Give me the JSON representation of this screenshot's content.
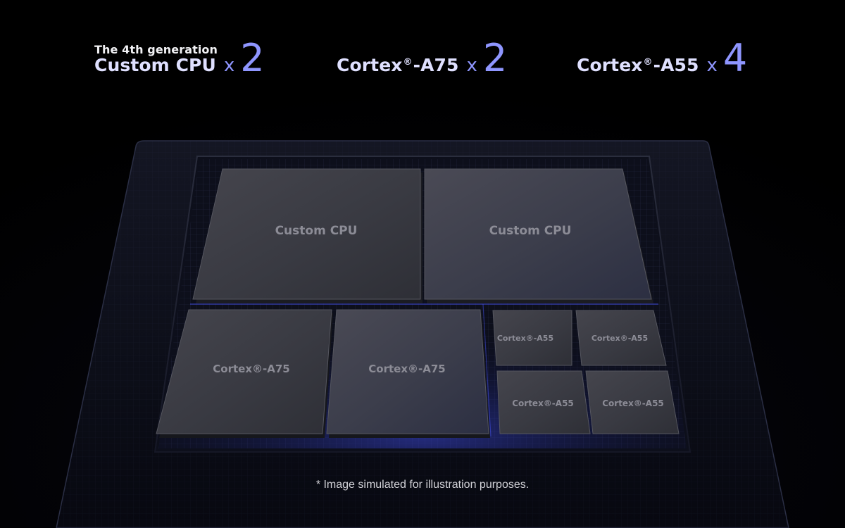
{
  "headline": {
    "custom": {
      "subtitle": "The 4th generation",
      "name": "Custom CPU",
      "times": "x",
      "count": "2"
    },
    "a75": {
      "name_prefix": "Cortex",
      "registered": "®",
      "name_suffix": "-A75",
      "times": "x",
      "count": "2"
    },
    "a55": {
      "name_prefix": "Cortex",
      "registered": "®",
      "name_suffix": "-A55",
      "times": "x",
      "count": "4"
    }
  },
  "diagram": {
    "cores": [
      {
        "id": "custom-cpu-1",
        "label": "Custom CPU",
        "group": "custom"
      },
      {
        "id": "custom-cpu-2",
        "label": "Custom CPU",
        "group": "custom"
      },
      {
        "id": "cortex-a75-1",
        "label": "Cortex®-A75",
        "group": "a75"
      },
      {
        "id": "cortex-a75-2",
        "label": "Cortex®-A75",
        "group": "a75"
      },
      {
        "id": "cortex-a55-1",
        "label": "Cortex®-A55",
        "group": "a55"
      },
      {
        "id": "cortex-a55-2",
        "label": "Cortex®-A55",
        "group": "a55"
      },
      {
        "id": "cortex-a55-3",
        "label": "Cortex®-A55",
        "group": "a55"
      },
      {
        "id": "cortex-a55-4",
        "label": "Cortex®-A55",
        "group": "a55"
      }
    ]
  },
  "colors": {
    "accent": "#8f96ff",
    "heading": "#dfe0ff",
    "core_label": "#8c8c96",
    "glow": "#3a46d8"
  },
  "footnote": "* Image simulated for illustration purposes."
}
